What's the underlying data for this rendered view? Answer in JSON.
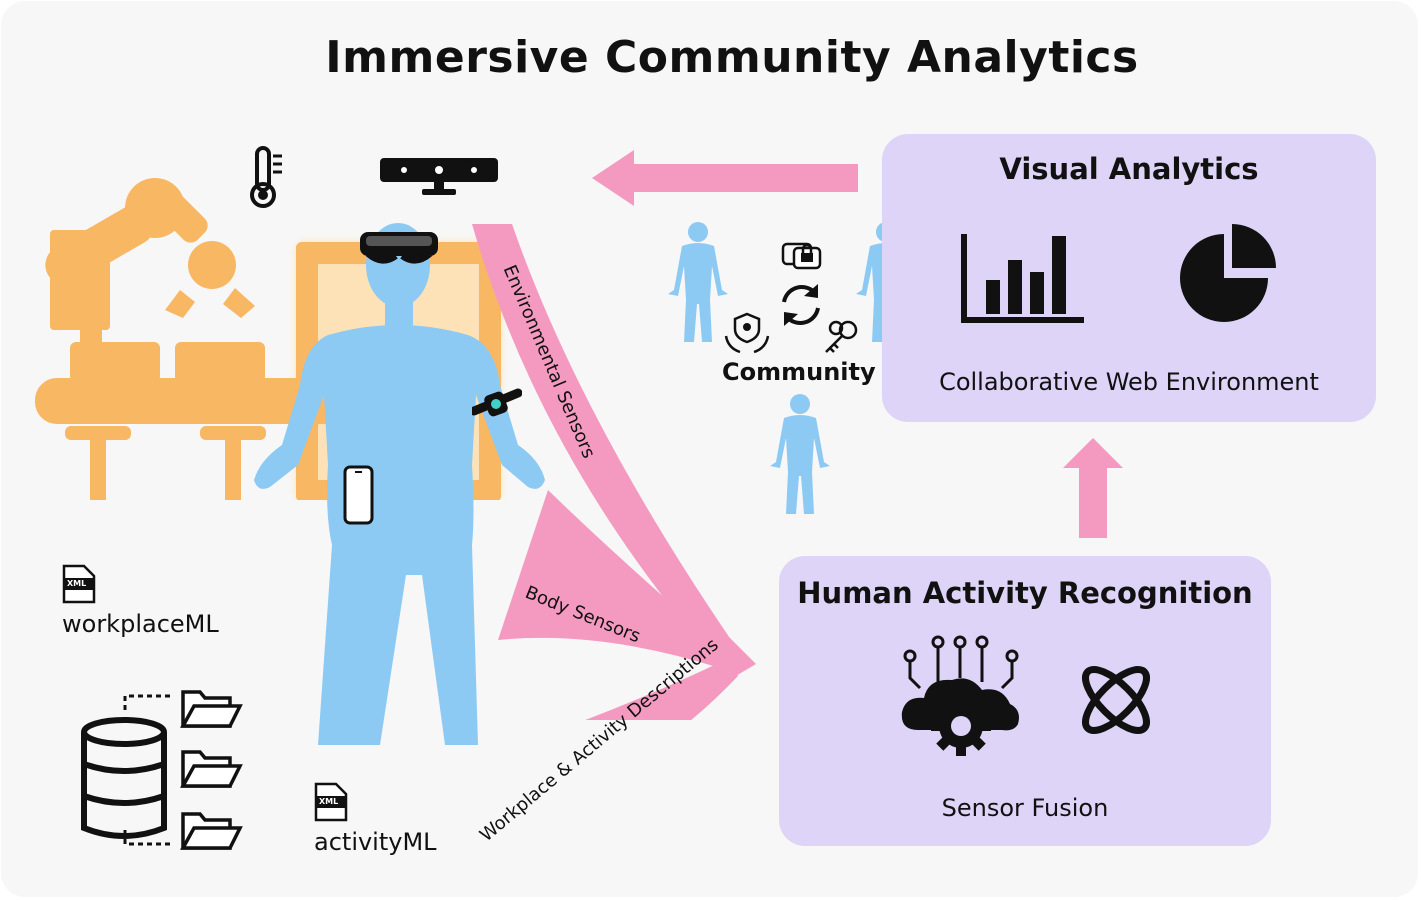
{
  "title": "Immersive Community Analytics",
  "visual_analytics": {
    "title": "Visual Analytics",
    "subtitle": "Collaborative Web Environment"
  },
  "har": {
    "title": "Human Activity Recognition",
    "subtitle": "Sensor Fusion"
  },
  "community_label": "Community",
  "workplace_ml_label": "workplaceML",
  "activity_ml_label": "activityML",
  "xml_badge": "XML",
  "flows": {
    "environmental": "Environmental Sensors",
    "body": "Body Sensors",
    "workplace": "Workplace & Activity Descriptions"
  },
  "colors": {
    "panel": "#ddd4f7",
    "arrow": "#f49ac1",
    "human": "#8ccaf4",
    "robot": "#f7b763",
    "background": "#f7f7f7"
  },
  "icons": [
    "thermometer-icon",
    "depth-camera-icon",
    "robot-arm-icon",
    "vr-headset-icon",
    "smartwatch-icon",
    "smartphone-icon",
    "bar-chart-icon",
    "pie-chart-icon",
    "cloud-gear-icon",
    "atom-icon",
    "database-icon",
    "folder-icon",
    "xml-file-icon",
    "lock-chat-icon",
    "sync-icon",
    "shield-hands-icon",
    "keys-icon"
  ]
}
